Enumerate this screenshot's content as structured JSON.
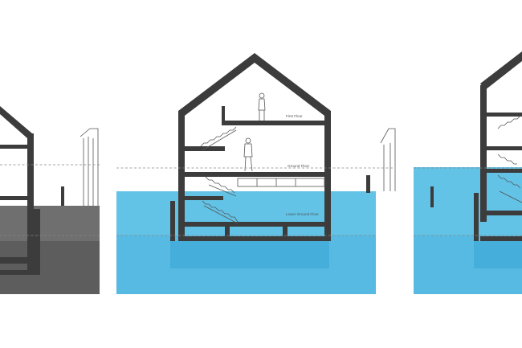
{
  "colors": {
    "background": "#ffffff",
    "wall": "#3c3c3c",
    "ground_dry": "#6f6f6f",
    "flood_light": "#62c3e6",
    "flood_dark": "#3aa6d6",
    "datum_line": "#888888"
  },
  "panels": [
    {
      "id": "dry-ground",
      "state": "dry"
    },
    {
      "id": "flooded-section",
      "state": "flooded"
    },
    {
      "id": "flooded-partial",
      "state": "flooded"
    }
  ],
  "labels": {
    "first_floor": "First Floor",
    "ground_floor": "Ground Floor",
    "lower_ground_floor": "Lower Ground Floor",
    "lower_ground_partial": "Lower Ground Floor"
  }
}
